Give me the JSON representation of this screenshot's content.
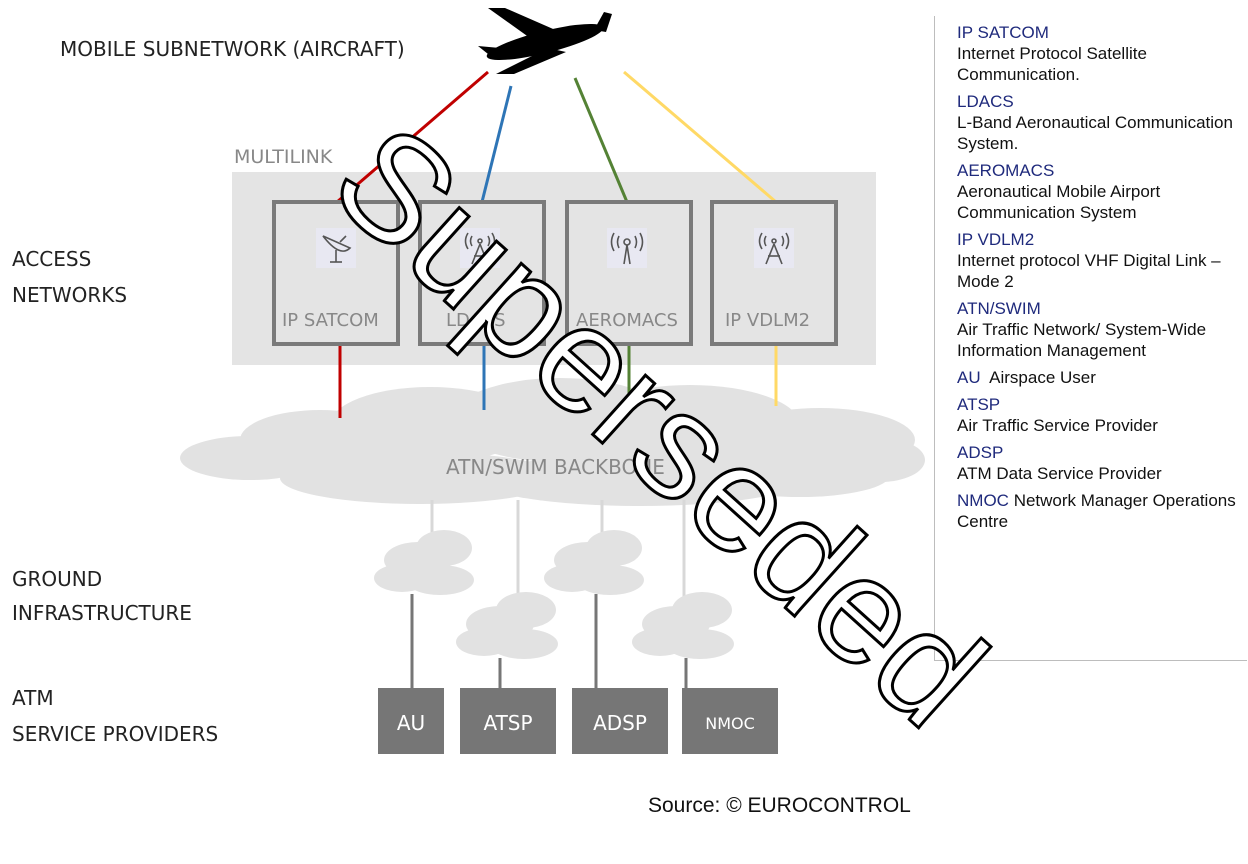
{
  "labels": {
    "mobile_subnetwork": "MOBILE SUBNETWORK (AIRCRAFT)",
    "multilink": "MULTILINK",
    "access_networks_1": "ACCESS",
    "access_networks_2": "NETWORKS",
    "ground_1": "GROUND",
    "ground_2": "INFRASTRUCTURE",
    "atm_1": "ATM",
    "atm_2": "SERVICE PROVIDERS",
    "backbone": "ATN/SWIM BACKBONE"
  },
  "access_boxes": [
    {
      "label": "IP SATCOM",
      "icon": "satellite-dish-icon",
      "link_color": "#c00000"
    },
    {
      "label": "LDACS",
      "icon": "radio-tower-icon",
      "link_color": "#2e75b6"
    },
    {
      "label": "AEROMACS",
      "icon": "wireless-antenna-icon",
      "link_color": "#548235"
    },
    {
      "label": "IP VDLM2",
      "icon": "radio-tower-icon",
      "link_color": "#ffd966"
    }
  ],
  "providers": [
    {
      "label": "AU"
    },
    {
      "label": "ATSP"
    },
    {
      "label": "ADSP"
    },
    {
      "label": "NMOC"
    }
  ],
  "glossary": [
    {
      "term": "IP SATCOM",
      "def": "Internet Protocol Satellite Communication."
    },
    {
      "term": "LDACS",
      "def": "L-Band Aeronautical Communication System."
    },
    {
      "term": "AEROMACS",
      "def": "Aeronautical Mobile Airport Communication System"
    },
    {
      "term": "IP VDLM2",
      "def": "Internet protocol VHF Digital Link – Mode 2"
    },
    {
      "term": "ATN/SWIM",
      "def": "Air Traffic Network/ System-Wide Information Management"
    },
    {
      "term": "AU",
      "def": "Airspace User"
    },
    {
      "term": "ATSP",
      "def": "Air Traffic Service Provider"
    },
    {
      "term": "ADSP",
      "def": "ATM Data Service Provider"
    },
    {
      "term": "NMOC",
      "def": "Network Manager Operations Centre"
    }
  ],
  "source": "Source: © EUROCONTROL",
  "watermark": "Superseded",
  "colors": {
    "satcom": "#c00000",
    "ldacs": "#2e75b6",
    "aeromacs": "#548235",
    "vdlm2": "#ffd966",
    "glossary_term": "#1f2a7c",
    "provider_box": "#767676"
  }
}
